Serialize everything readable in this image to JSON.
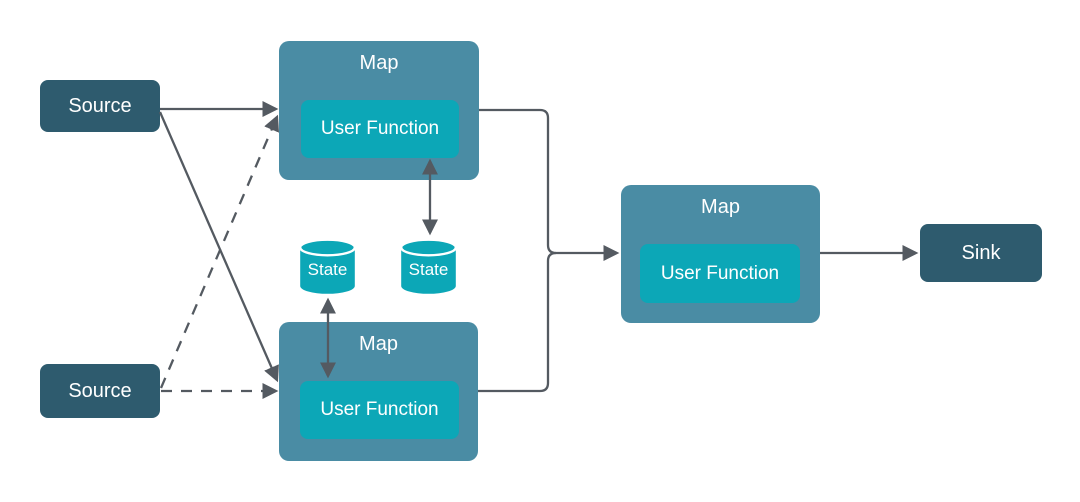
{
  "colors": {
    "dark": "#2E5B6E",
    "operator": "#4A8CA4",
    "accent": "#0CA7B7",
    "edge": "#545A61",
    "label": "#FFFFFF"
  },
  "nodes": {
    "source_top": {
      "type": "source",
      "label": "Source"
    },
    "source_bottom": {
      "type": "source",
      "label": "Source"
    },
    "map_top": {
      "type": "operator",
      "label": "Map",
      "user_function_label": "User Function"
    },
    "map_bottom": {
      "type": "operator",
      "label": "Map",
      "user_function_label": "User Function"
    },
    "map_right": {
      "type": "operator",
      "label": "Map",
      "user_function_label": "User Function"
    },
    "state_left": {
      "type": "state-store",
      "label": "State",
      "icon": "database-cylinder-icon"
    },
    "state_right": {
      "type": "state-store",
      "label": "State",
      "icon": "database-cylinder-icon"
    },
    "sink": {
      "type": "sink",
      "label": "Sink"
    }
  },
  "edges": [
    {
      "from": "source_top",
      "to": "map_top",
      "style": "solid",
      "direction": "one-way"
    },
    {
      "from": "source_top",
      "to": "map_bottom",
      "style": "solid",
      "direction": "one-way"
    },
    {
      "from": "source_bottom",
      "to": "map_top",
      "style": "dashed",
      "direction": "one-way"
    },
    {
      "from": "source_bottom",
      "to": "map_bottom",
      "style": "dashed",
      "direction": "one-way"
    },
    {
      "from": "map_top",
      "to": "map_right",
      "style": "solid",
      "direction": "one-way"
    },
    {
      "from": "map_bottom",
      "to": "map_right",
      "style": "solid",
      "direction": "one-way"
    },
    {
      "from": "map_right",
      "to": "sink",
      "style": "solid",
      "direction": "one-way"
    },
    {
      "from": "map_top.user_function",
      "to": "state_right",
      "style": "solid",
      "direction": "two-way"
    },
    {
      "from": "map_bottom.user_function",
      "to": "state_left",
      "style": "solid",
      "direction": "two-way"
    }
  ]
}
